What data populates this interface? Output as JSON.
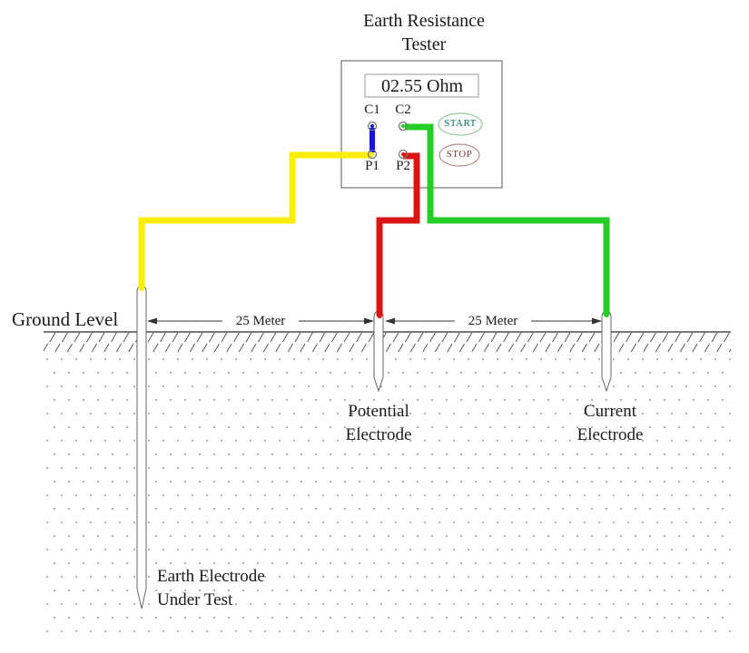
{
  "title": {
    "line1": "Earth Resistance",
    "line2": "Tester"
  },
  "tester": {
    "display_value": "02.55 Ohm",
    "terminals": {
      "c1": "C1",
      "c2": "C2",
      "p1": "P1",
      "p2": "P2"
    },
    "start_label": "START",
    "stop_label": "STOP"
  },
  "ground": {
    "label": "Ground Level"
  },
  "dimensions": {
    "left": "25 Meter",
    "right": "25 Meter"
  },
  "electrode_labels": {
    "earth": {
      "line1": "Earth Electrode",
      "line2": "Under Test"
    },
    "potential": {
      "line1": "Potential",
      "line2": "Electrode"
    },
    "current": {
      "line1": "Current",
      "line2": "Electrode"
    }
  },
  "colors": {
    "wire_yellow": "#FAEF00",
    "wire_red": "#DC1414",
    "wire_green": "#24CE24",
    "wire_blue": "#1414DC",
    "box_outline": "#555555",
    "terminal_ring": "#777777",
    "start_outline": "#96C896",
    "start_text": "#00705a",
    "stop_outline": "#B78989",
    "stop_text": "#8d3535",
    "ground_line": "#4d4d4d",
    "hatch": "#555555",
    "soil_dots": "#9b9b9b",
    "dimension_line": "#333333"
  }
}
